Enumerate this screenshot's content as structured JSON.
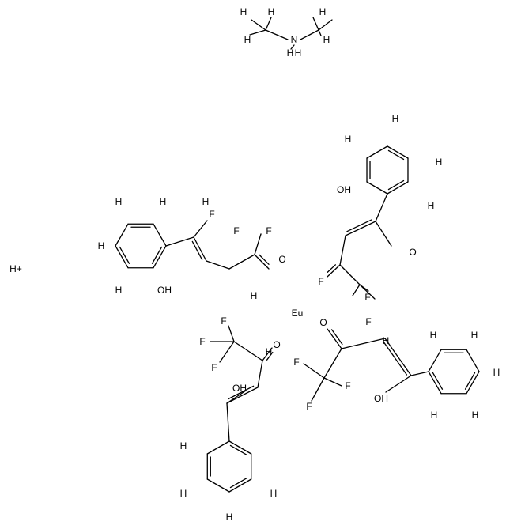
{
  "atoms": [
    "H",
    "H",
    "H",
    "H",
    "H",
    "N",
    "H",
    "H",
    "H",
    "H",
    "H",
    "H",
    "H",
    "OH",
    "F",
    "F",
    "F",
    "O",
    "H",
    "H",
    "H",
    "H",
    "H",
    "OH",
    "O",
    "F",
    "F",
    "F",
    "H+",
    "Eu",
    "F",
    "F",
    "F",
    "O",
    "OH",
    "H",
    "H",
    "H",
    "H",
    "H",
    "O",
    "F",
    "F",
    "F",
    "OH",
    "H",
    "H",
    "H",
    "H",
    "H",
    "H"
  ],
  "colors": {
    "bond": "#000000",
    "text": "#000000"
  }
}
